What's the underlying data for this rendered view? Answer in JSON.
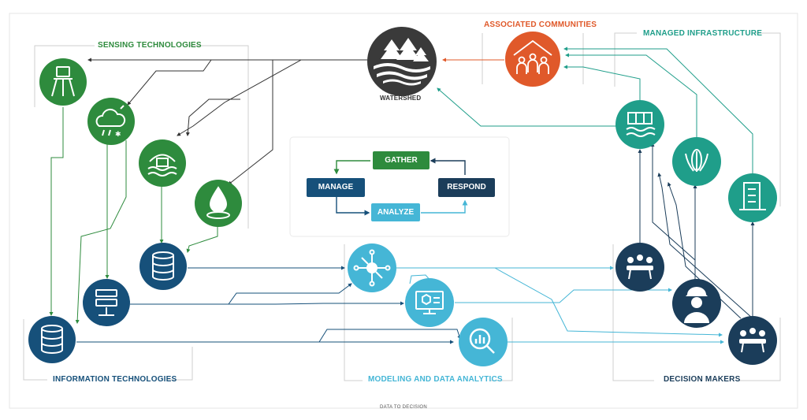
{
  "labels": {
    "sensing": "SENSING TECHNOLOGIES",
    "information": "INFORMATION TECHNOLOGIES",
    "modeling": "MODELING AND DATA ANALYTICS",
    "managed": "MANAGED INFRASTRUCTURE",
    "associated": "ASSOCIATED COMMUNITIES",
    "decision": "DECISION MAKERS",
    "watershed": "WATERSHED",
    "footer": "DATA TO DECISION"
  },
  "process": {
    "gather": "GATHER",
    "manage": "MANAGE",
    "respond": "RESPOND",
    "analyze": "ANALYZE"
  },
  "colors": {
    "sensing": "#2e8b3d",
    "information": "#16507a",
    "modeling": "#45b6d6",
    "managed": "#1f9e8a",
    "associated": "#e0592a",
    "decision": "#1b3d5a",
    "watershed": "#3a3a3a"
  },
  "icons": {
    "sensing": [
      "survey-tower-icon",
      "weather-cloud-icon",
      "dam-icon",
      "water-drop-icon"
    ],
    "information": [
      "database-icon",
      "server-icon",
      "database-icon"
    ],
    "modeling": [
      "network-hub-icon",
      "monitor-cube-icon",
      "analytics-magnifier-icon"
    ],
    "managed": [
      "dam-icon",
      "crops-icon",
      "building-icon"
    ],
    "decision": [
      "meeting-icon",
      "engineer-icon",
      "meeting-icon"
    ],
    "associated": "community-icon",
    "watershed": "watershed-trees-icon"
  }
}
